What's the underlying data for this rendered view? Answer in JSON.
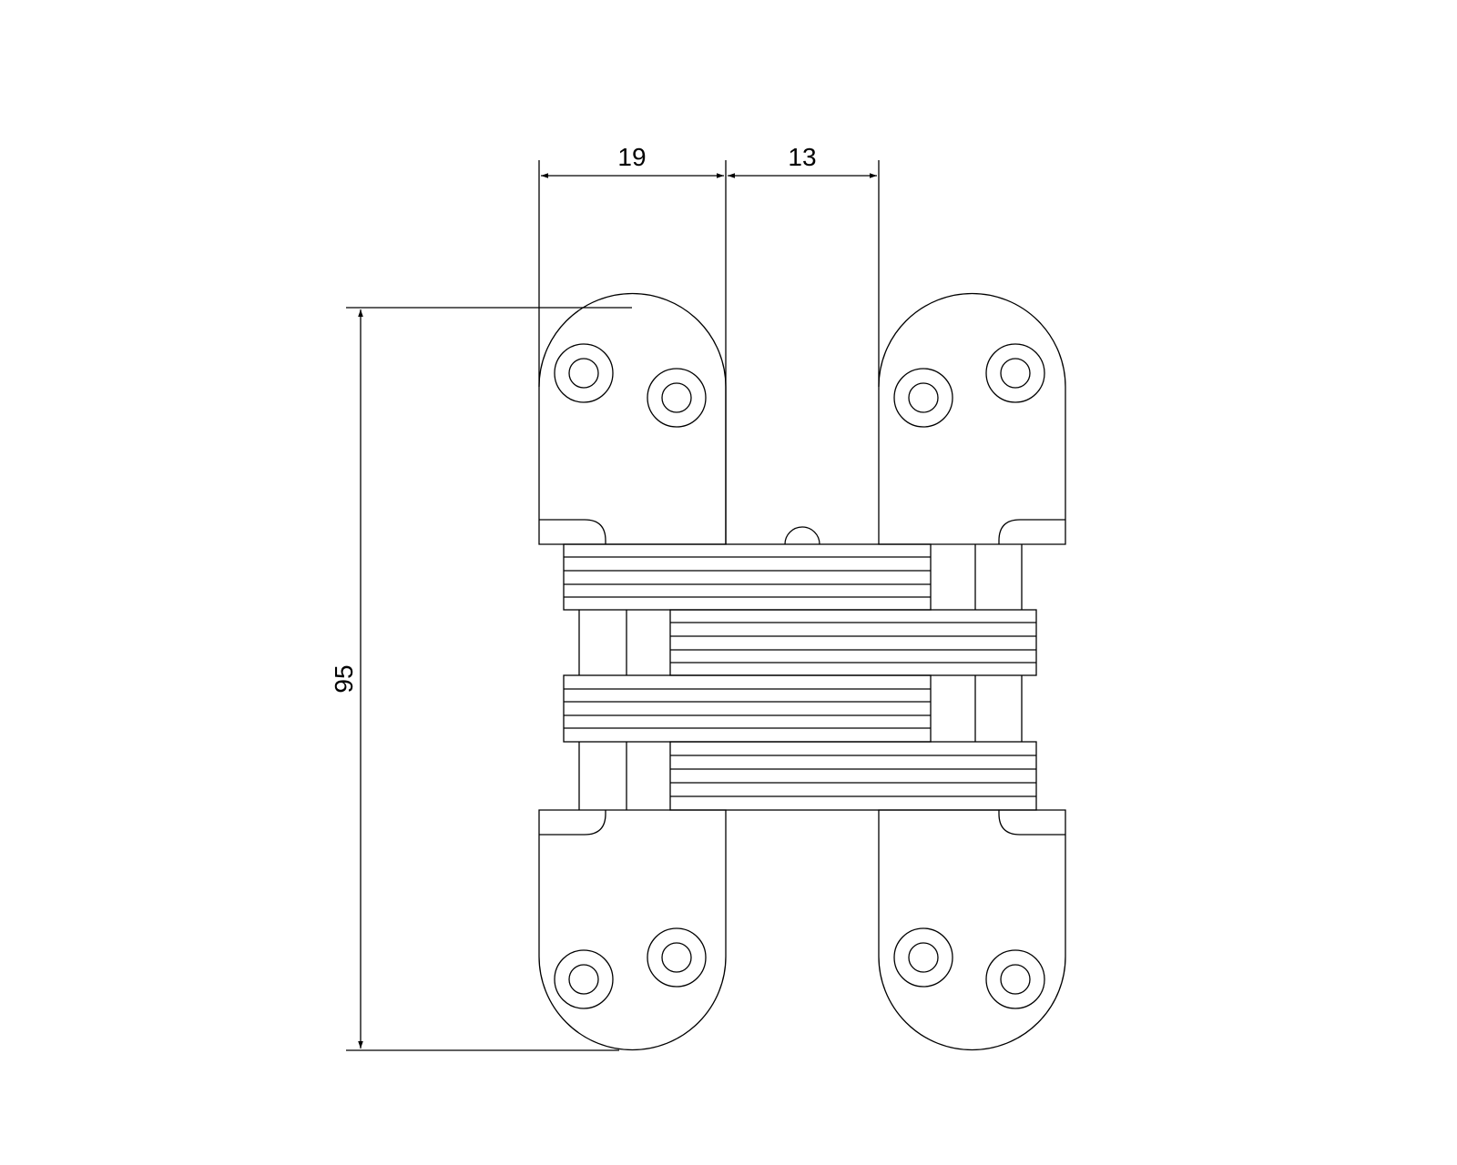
{
  "diagram": {
    "stroke_color": "#000000",
    "background_color": "#ffffff",
    "dimensions": {
      "leaf_width": "19",
      "gap_width": "13",
      "total_height": "95"
    }
  }
}
